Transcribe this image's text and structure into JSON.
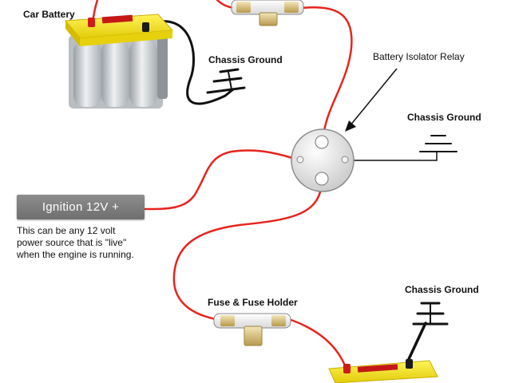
{
  "labels": {
    "car_battery": "Car Battery",
    "chassis_ground_top": "Chassis Ground",
    "chassis_ground_right": "Chassis Ground",
    "chassis_ground_bottom": "Chassis Ground",
    "relay": "Battery Isolator Relay",
    "fuse_holder": "Fuse & Fuse Holder"
  },
  "ignition": {
    "label": "Ignition 12V +",
    "note_lines": [
      "This can be any 12 volt",
      "power source that is \"live\"",
      "when the engine is running."
    ]
  },
  "colors": {
    "wire_red": "#e8241c",
    "wire_black": "#111111",
    "battery_top": "#f0e21a",
    "battery_body": "#c9cdd2",
    "relay_body": "#e2e2e2"
  }
}
